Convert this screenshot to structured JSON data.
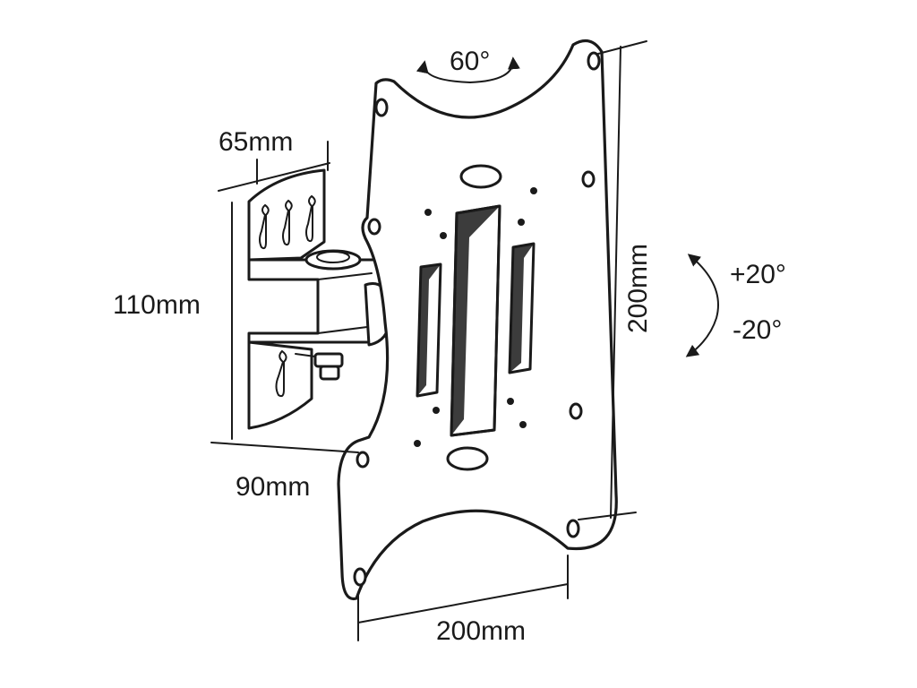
{
  "labels": {
    "depth_min": "65mm",
    "height_bracket": "110mm",
    "depth_max": "90mm",
    "plate_width": "200mm",
    "plate_height": "200mm",
    "swivel": "60°",
    "tilt_up": "+20°",
    "tilt_down": "-20°"
  },
  "colors": {
    "line": "#1a1a1a",
    "background": "#ffffff"
  }
}
